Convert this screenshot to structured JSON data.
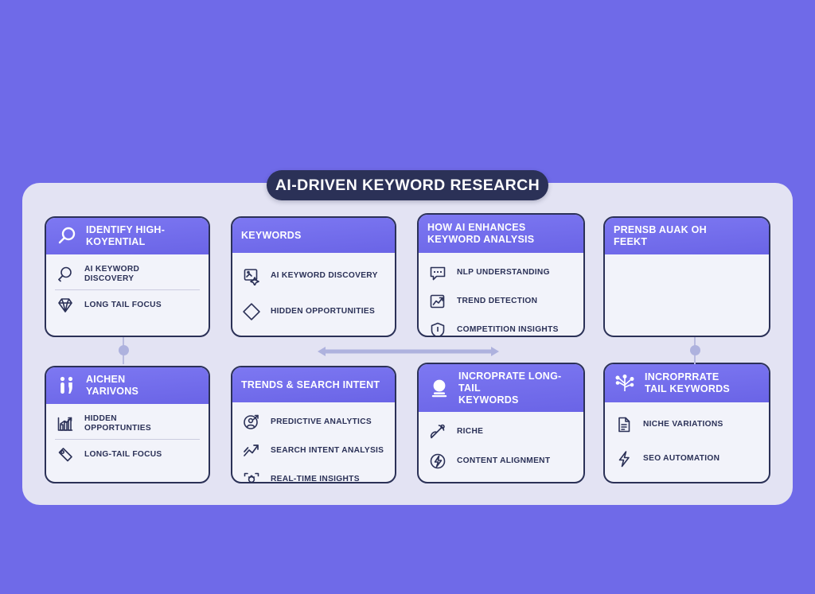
{
  "page": {
    "background_color": "#6f6ae8",
    "panel_color": "#e3e3f3",
    "accent_color": "#6f6ae8",
    "header_gradient_from": "#7d78f2",
    "header_gradient_to": "#6a64e6",
    "ink_color": "#2b3157",
    "title": "AI-DRIVEN KEYWORD RESEARCH"
  },
  "cards": [
    {
      "id": "identify-high-potential",
      "header": "IDENTIFY HIGH-\nKOYENTIAL",
      "header_icon": "magnifier-icon",
      "has_header_icon": true,
      "separators": true,
      "items": [
        {
          "label": "AI KEYWORD\nDISCOVERY",
          "icon": "magnifier-icon"
        },
        {
          "label": "LONG TAIL FOCUS",
          "icon": "diamond-gem-icon"
        }
      ]
    },
    {
      "id": "keywords",
      "header": "KEYWORDS",
      "header_icon": "",
      "has_header_icon": false,
      "separators": false,
      "items": [
        {
          "label": "AI KEYWORD DISCOVERY",
          "icon": "image-sparkle-icon"
        },
        {
          "label": "HIDDEN OPPORTUNITIES",
          "icon": "diamond-outline-icon"
        }
      ]
    },
    {
      "id": "how-ai-enhances-keyword-analysis",
      "header": "HOW AI ENHANCES\nKEYWORD ANALYSIS",
      "header_icon": "",
      "has_header_icon": false,
      "separators": false,
      "items": [
        {
          "label": "NLP UNDERSTANDING",
          "icon": "chat-bubble-icon"
        },
        {
          "label": "TREND DETECTION",
          "icon": "trend-chart-icon"
        },
        {
          "label": "COMPETITION INSIGHTS",
          "icon": "shield-icon"
        }
      ]
    },
    {
      "id": "prense-adam-of-feent",
      "header": "PRENSB AUAK OH\nFEEKT",
      "header_icon": "",
      "has_header_icon": false,
      "separators": false,
      "items": []
    },
    {
      "id": "niche-variations",
      "header": "AICHEN\nYARIVONS",
      "header_icon": "people-pair-icon",
      "has_header_icon": true,
      "separators": true,
      "items": [
        {
          "label": "HIDDEN\nOPPORTUNTIES",
          "icon": "bar-growth-icon"
        },
        {
          "label": "LONG-TAIL FOCUS",
          "icon": "price-tag-icon"
        }
      ]
    },
    {
      "id": "trends-and-search-intent",
      "header": "TRENDS & SEARCH INTENT",
      "header_icon": "",
      "has_header_icon": false,
      "separators": false,
      "items": [
        {
          "label": "PREDICTIVE ANALYTICS",
          "icon": "user-target-icon"
        },
        {
          "label": "SEARCH INTENT ANALYSIS",
          "icon": "arrow-trend-icon"
        },
        {
          "label": "REAL-TIME INSIGHTS",
          "icon": "camera-scan-icon"
        }
      ]
    },
    {
      "id": "incorporate-long-tail-keywords",
      "header": "INCROPRATE LONG-TAIL\nKEYWORDS",
      "header_icon": "crystal-ball-icon",
      "has_header_icon": true,
      "separators": false,
      "items": [
        {
          "label": "RICHE",
          "icon": "satellite-dish-icon"
        },
        {
          "label": "CONTENT ALIGNMENT",
          "icon": "lightning-circle-icon"
        }
      ]
    },
    {
      "id": "incorporate-tail-keywords",
      "header": "INCROPRRATE\nTAIL KEYWORDS",
      "header_icon": "network-nodes-icon",
      "has_header_icon": true,
      "separators": false,
      "items": [
        {
          "label": "NICHE VARIATIONS",
          "icon": "document-icon"
        },
        {
          "label": "SEO AUTOMATION",
          "icon": "lightning-bolt-icon"
        }
      ]
    }
  ],
  "connectors": {
    "line_color": "#b9bbe0",
    "node_color": "#aeb2de",
    "arrow_color": "#aeb2de",
    "vertical_left": "connector-left",
    "vertical_right": "connector-right",
    "horizontal_arrow": "bidirectional-arrow"
  }
}
